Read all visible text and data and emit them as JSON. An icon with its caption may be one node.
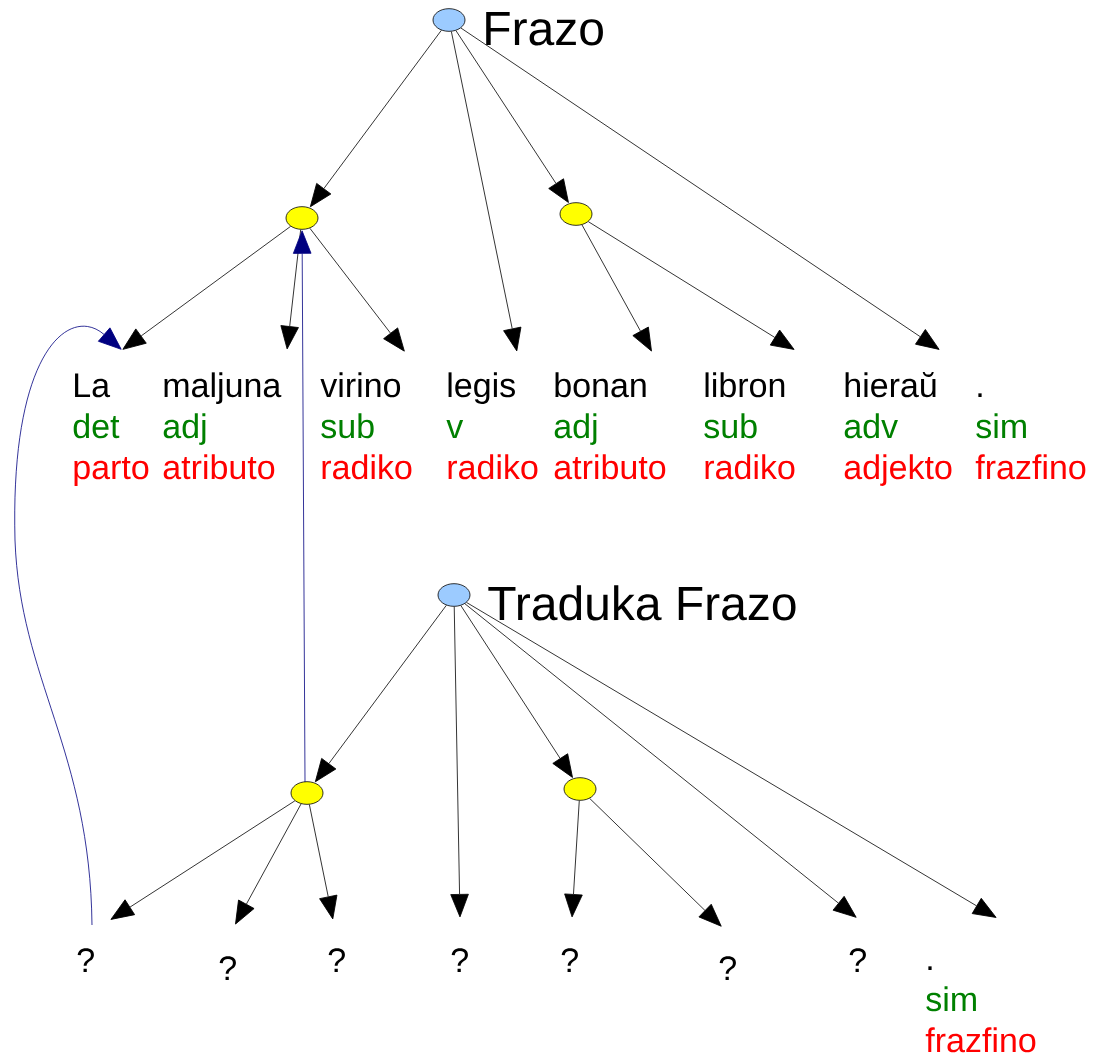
{
  "diagram": {
    "nodes": [
      {
        "text": [],
        "shape": "circle",
        "beside": [
          "Frazo"
        ]
      },
      {
        "text": [],
        "shape": "circle"
      },
      {
        "text": [],
        "shape": "circle"
      },
      {
        "text": [
          "La",
          "det",
          "parto"
        ]
      },
      {
        "text": [
          "maljuna",
          "adj",
          "atributo"
        ]
      },
      {
        "text": [
          "virino",
          "sub",
          "radiko"
        ]
      },
      {
        "text": [
          "legis",
          "v",
          "radiko"
        ]
      },
      {
        "text": [
          "bonan",
          "adj",
          "atributo"
        ]
      },
      {
        "text": [
          "libron",
          "sub",
          "radiko"
        ]
      },
      {
        "text": [
          "hieraŭ",
          "adv",
          "adjekto"
        ]
      },
      {
        "text": [
          ".",
          "sim",
          "frazfino"
        ]
      },
      {
        "text": [],
        "shape": "circle",
        "beside": [
          "Traduka Frazo"
        ]
      },
      {
        "text": [],
        "shape": "circle"
      },
      {
        "text": [],
        "shape": "circle"
      },
      {
        "text": [
          "?"
        ]
      },
      {
        "text": [
          "?"
        ]
      },
      {
        "text": [
          "?"
        ]
      },
      {
        "text": [
          "?"
        ]
      },
      {
        "text": [
          "?"
        ]
      },
      {
        "text": [
          "?"
        ]
      },
      {
        "text": [
          "?"
        ]
      },
      {
        "text": [
          ".",
          "sim",
          "frazfino"
        ]
      }
    ],
    "edges": [
      {
        "from": 0,
        "to": 1,
        "arrow": "to"
      },
      {
        "from": 0,
        "to": 6,
        "arrow": "to"
      },
      {
        "from": 0,
        "to": 2,
        "arrow": "to"
      },
      {
        "from": 0,
        "to": 9,
        "arrow": "to"
      },
      {
        "from": 1,
        "to": 3,
        "arrow": "to"
      },
      {
        "from": 1,
        "to": 4,
        "arrow": "to"
      },
      {
        "from": 1,
        "to": 5,
        "arrow": "to"
      },
      {
        "from": 2,
        "to": 7,
        "arrow": "to"
      },
      {
        "from": 2,
        "to": 8,
        "arrow": "to"
      },
      {
        "from": 11,
        "to": 12,
        "arrow": "to"
      },
      {
        "from": 11,
        "to": 17,
        "arrow": "to"
      },
      {
        "from": 11,
        "to": 13,
        "arrow": "to"
      },
      {
        "from": 11,
        "to": 20,
        "arrow": "to"
      },
      {
        "from": 11,
        "to": 21,
        "arrow": "to"
      },
      {
        "from": 12,
        "to": 14,
        "arrow": "to"
      },
      {
        "from": 12,
        "to": 15,
        "arrow": "to"
      },
      {
        "from": 12,
        "to": 16,
        "arrow": "to"
      },
      {
        "from": 13,
        "to": 18,
        "arrow": "to"
      },
      {
        "from": 13,
        "to": 19,
        "arrow": "to"
      },
      {
        "from": 14,
        "to": 3,
        "arrow": "to",
        "color": "#000080"
      },
      {
        "from": 12,
        "to": 1,
        "arrow": "to",
        "color": "#000080"
      }
    ]
  }
}
